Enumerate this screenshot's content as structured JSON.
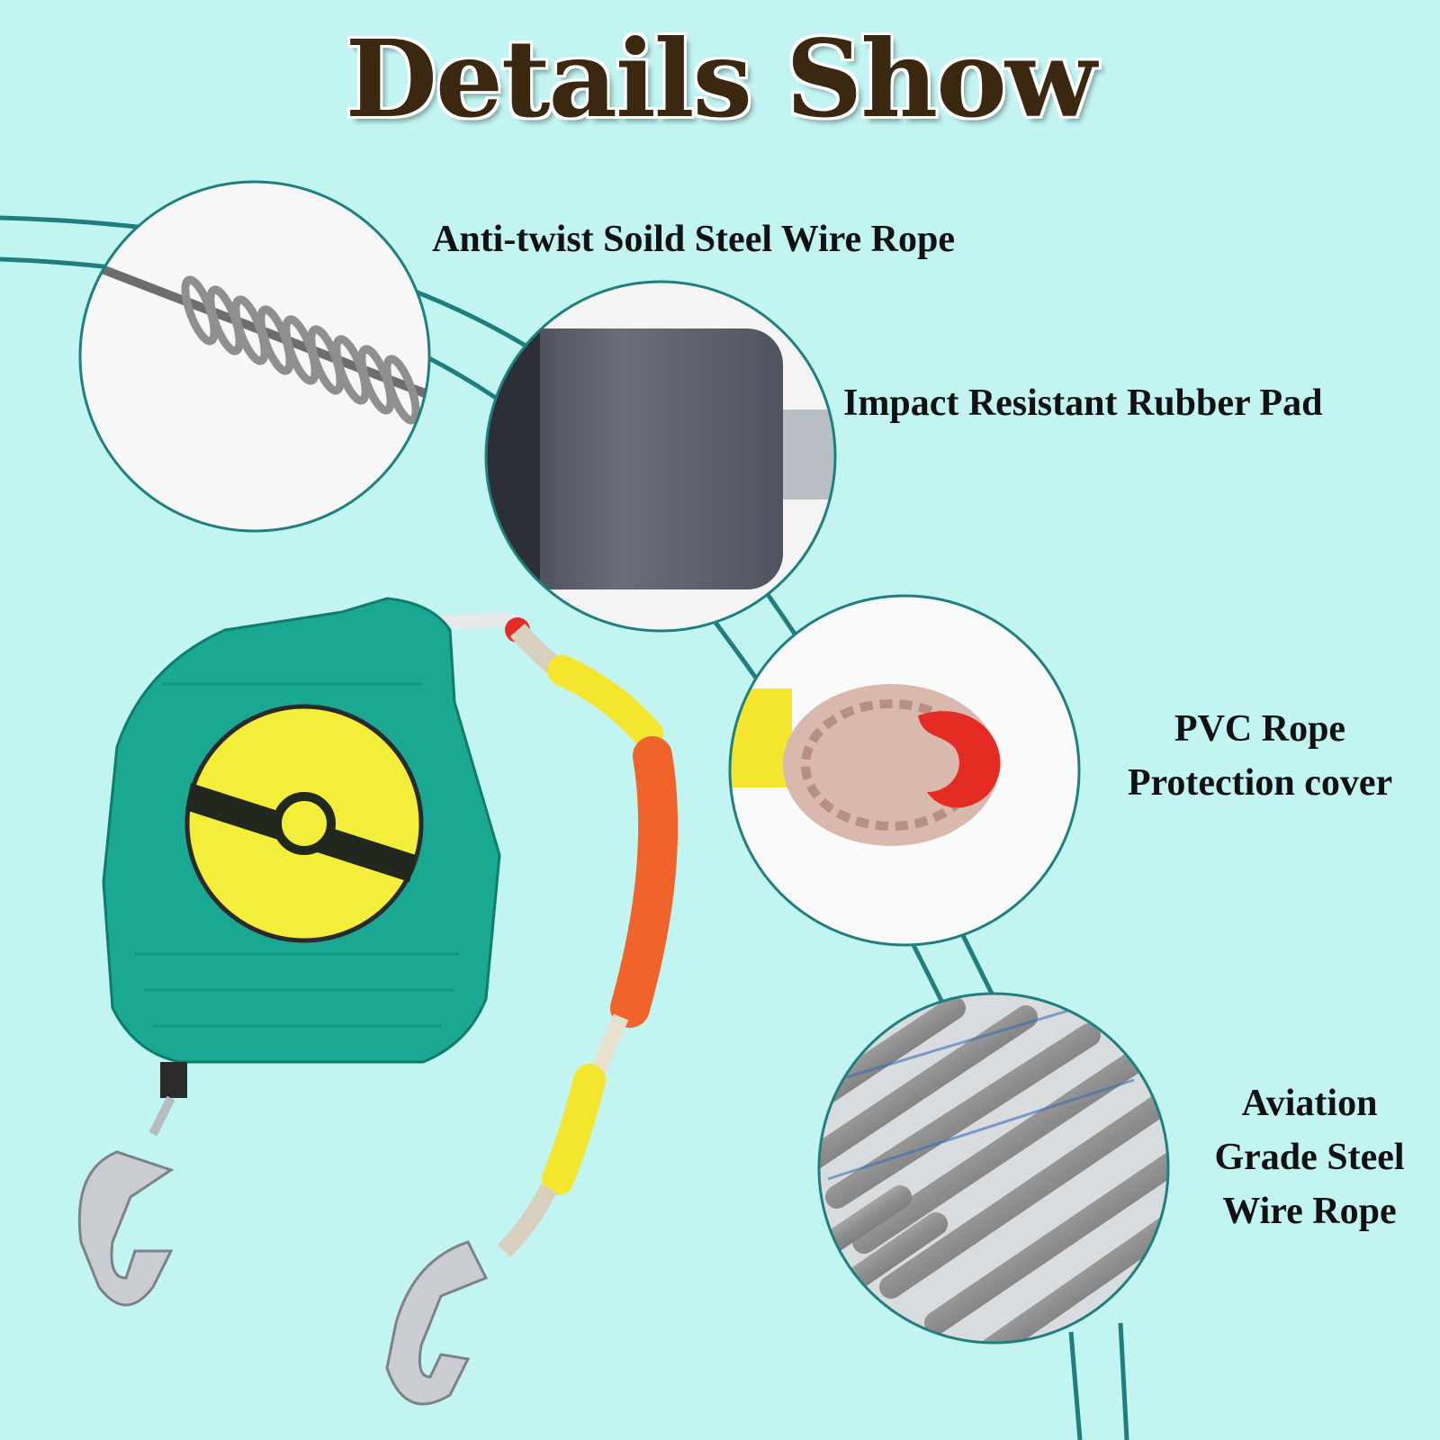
{
  "title": "Details Show",
  "features": [
    {
      "label": "Anti-twist Soild Steel Wire Rope"
    },
    {
      "label": "Impact Resistant Rubber Pad"
    },
    {
      "label_lines": [
        "PVC Rope",
        "Protection cover"
      ]
    },
    {
      "label_lines": [
        "Aviation",
        "Grade Steel",
        "Wire Rope"
      ]
    }
  ],
  "colors": {
    "background": "#c2f5f2",
    "title": "#3b2810",
    "device_body": "#1aa892",
    "dial": "#f2ee3a",
    "sleeve_orange": "#f0632a",
    "sleeve_yellow": "#f4e52e",
    "arc_line": "#1f7f7f"
  }
}
